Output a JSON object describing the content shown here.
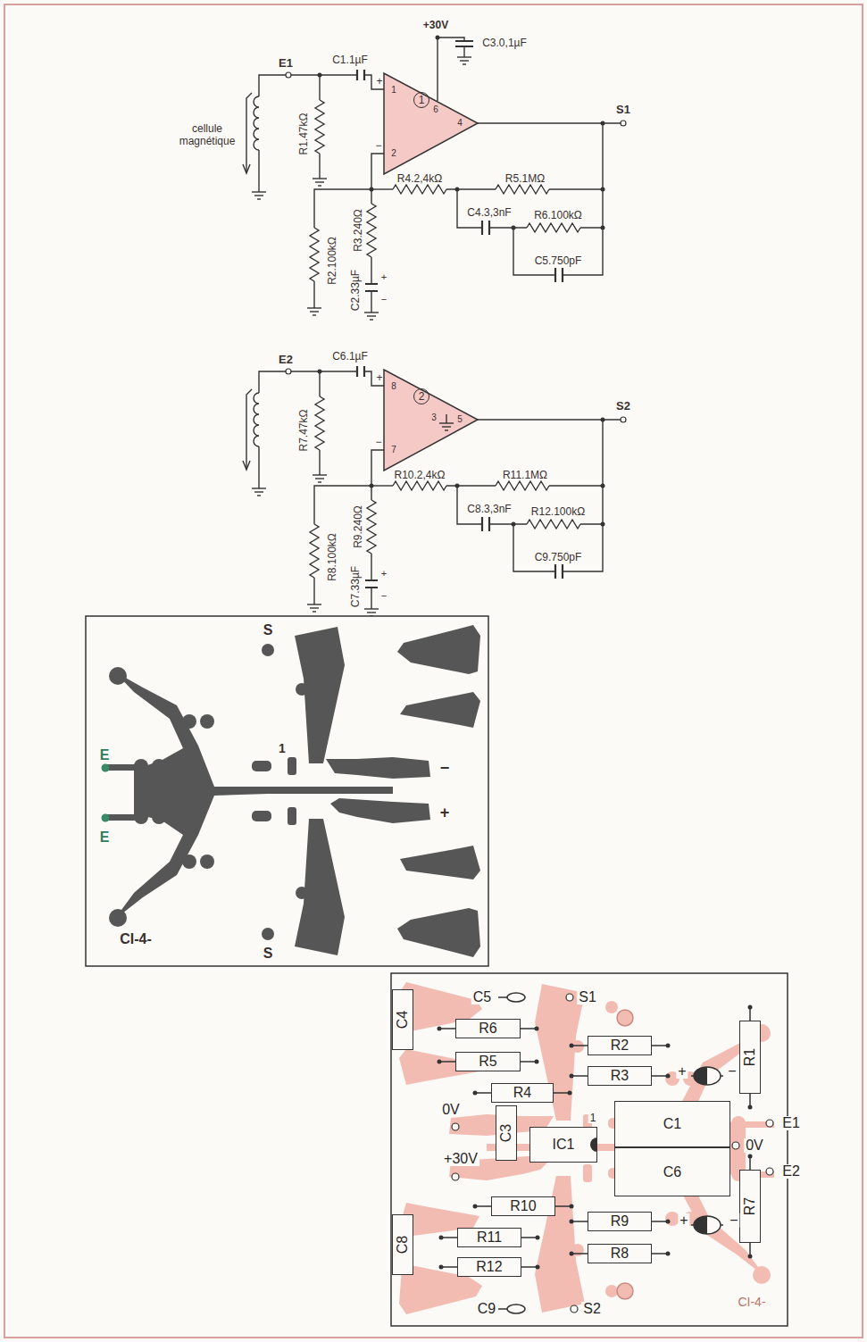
{
  "diagram": {
    "nodes": [
      {
        "text": [
          "C4"
        ]
      },
      {
        "text": [
          "R6"
        ]
      },
      {
        "text": [
          "R2"
        ]
      },
      {
        "text": [
          "R1"
        ]
      },
      {
        "text": [
          "R5"
        ]
      },
      {
        "text": [
          "R3"
        ]
      },
      {
        "text": [
          "R4"
        ]
      },
      {
        "text": [
          "C3"
        ]
      },
      {
        "text": [
          "IC1"
        ]
      },
      {
        "text": [
          "C1"
        ]
      },
      {
        "text": [
          "C6"
        ]
      },
      {
        "text": [
          "R10"
        ]
      },
      {
        "text": [
          "R9"
        ]
      },
      {
        "text": [
          "R7"
        ]
      },
      {
        "text": [
          "C8"
        ]
      },
      {
        "text": [
          "R11"
        ]
      },
      {
        "text": [
          "R8"
        ]
      },
      {
        "text": [
          "R12"
        ]
      }
    ],
    "labels": [
      "+30V",
      "C3.0,1µF",
      "E1",
      "C1.1µF",
      "cellule magnétique",
      "R1.47kΩ",
      "+",
      "1",
      "1",
      "6",
      "4",
      "−",
      "2",
      "S1",
      "R4.2,4kΩ",
      "R5.1MΩ",
      "C4.3,3nF",
      "R6.100kΩ",
      "C5.750pF",
      "R2.100kΩ",
      "R3.240Ω",
      "C2.33µF",
      "+",
      "−",
      "E2",
      "C6.1µF",
      "+",
      "8",
      "2",
      "3",
      "5",
      "−",
      "7",
      "S2",
      "R7.47kΩ",
      "R10.2,4kΩ",
      "R11.1MΩ",
      "C8.3,3nF",
      "R12.100kΩ",
      "C9.750pF",
      "R8.100kΩ",
      "R9.240Ω",
      "C7.33µF",
      "+",
      "−",
      "S",
      "E",
      "1",
      "−",
      "+",
      "E",
      "CI-4-",
      "S",
      "C5",
      "S1",
      "+",
      "−",
      "0V",
      "1",
      "E1",
      "+30V",
      "0V",
      "E2",
      "+",
      "−",
      "C9",
      "S2",
      "CI-4-"
    ]
  }
}
